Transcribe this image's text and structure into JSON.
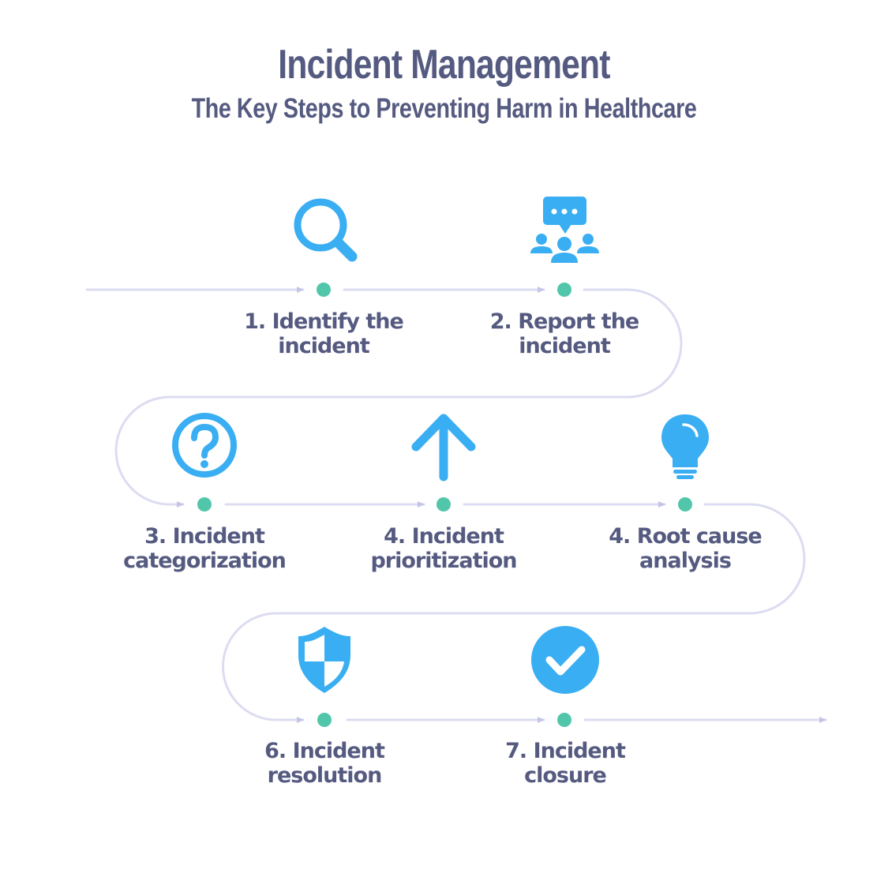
{
  "title": "Incident Management",
  "subtitle": "The Key Steps to Preventing Harm in Healthcare",
  "colors": {
    "title": "#555a80",
    "icon": "#3aaef2",
    "dot": "#52c6aa",
    "path": "#dcdcf2",
    "arrow": "#c4c4e8"
  },
  "steps": [
    {
      "line1": "1. Identify the",
      "line2": "incident",
      "icon": "magnifier-icon"
    },
    {
      "line1": "2. Report the",
      "line2": "incident",
      "icon": "team-chat-icon"
    },
    {
      "line1": "3. Incident",
      "line2": "categorization",
      "icon": "question-circle-icon"
    },
    {
      "line1": "4. Incident",
      "line2": "prioritization",
      "icon": "arrow-up-icon"
    },
    {
      "line1": "4. Root cause",
      "line2": "analysis",
      "icon": "lightbulb-icon"
    },
    {
      "line1": "6. Incident",
      "line2": "resolution",
      "icon": "shield-icon"
    },
    {
      "line1": "7. Incident",
      "line2": "closure",
      "icon": "check-circle-icon"
    }
  ]
}
